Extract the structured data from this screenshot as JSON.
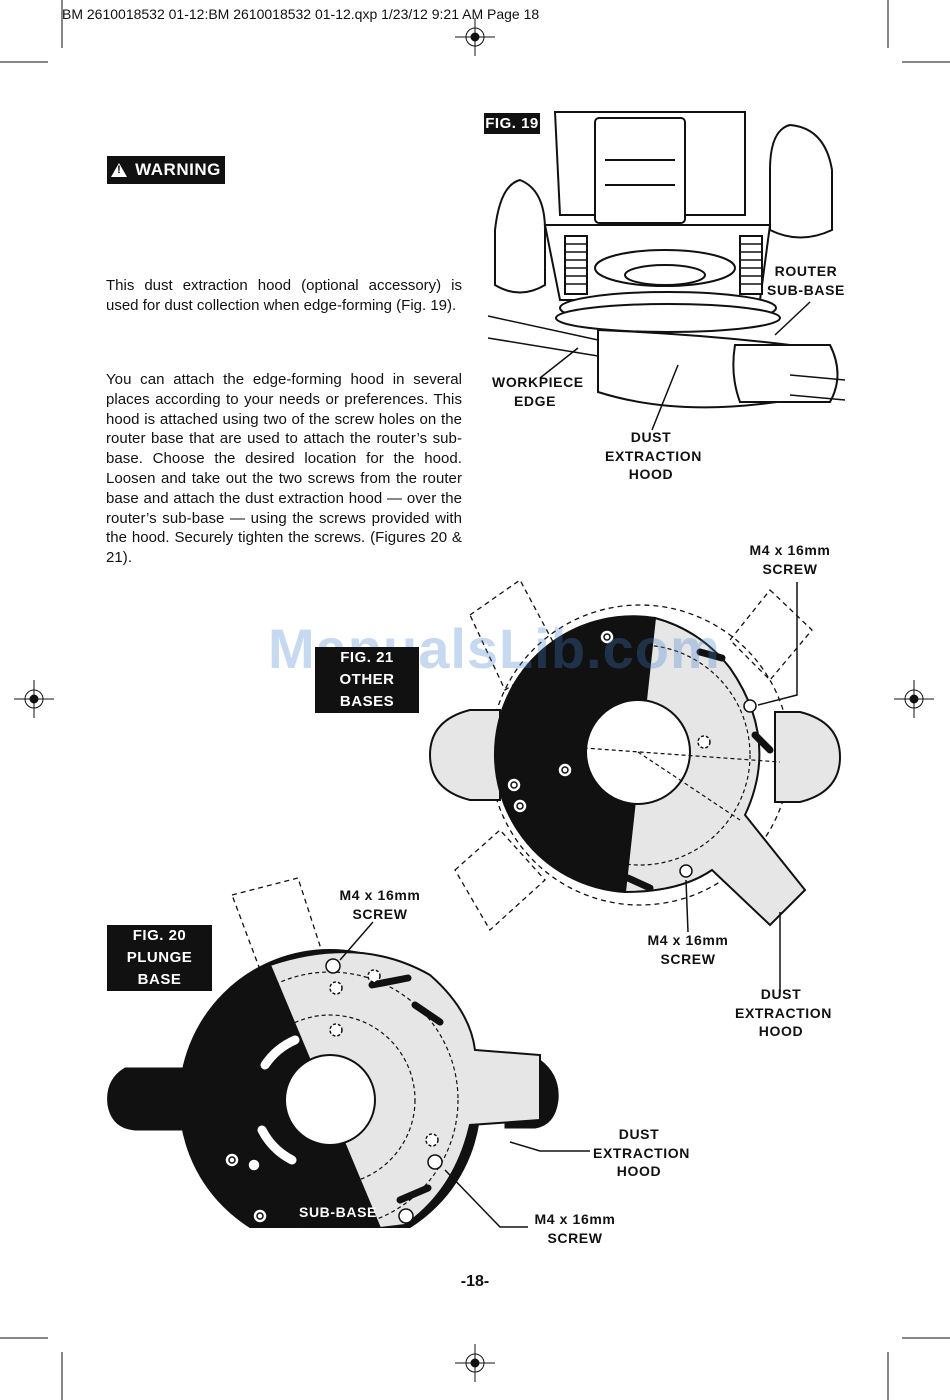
{
  "header": {
    "print_line": "BM 2610018532 01-12:BM 2610018532 01-12.qxp  1/23/12  9:21 AM  Page 18"
  },
  "warning": {
    "label": "WARNING"
  },
  "paragraphs": [
    "This dust extraction hood (optional accessory) is used for dust collection when edge-forming (Fig. 19).",
    "You can attach the edge-forming hood in several places according to your needs or preferences. This hood is attached using two of the screw holes on the router base that are used to attach the router’s sub-base. Choose the desired location for the hood. Loosen and take out the two screws from the router base and attach the dust extraction hood — over the router’s sub-base — using the screws provided with the hood. Securely tighten the screws. (Figures 20 & 21)."
  ],
  "fig19": {
    "tag": "FIG. 19",
    "labels": {
      "router_sub_base": [
        "ROUTER",
        "SUB-BASE"
      ],
      "workpiece_edge": [
        "WORKPIECE",
        "EDGE"
      ],
      "dust_hood": [
        "DUST",
        "EXTRACTION",
        "HOOD"
      ]
    }
  },
  "fig21": {
    "tag": [
      "FIG. 21",
      "OTHER BASES"
    ],
    "labels": {
      "screw_top": [
        "M4 x 16mm",
        "SCREW"
      ],
      "screw_bottom": [
        "M4 x 16mm",
        "SCREW"
      ],
      "dust_hood": [
        "DUST",
        "EXTRACTION",
        "HOOD"
      ]
    }
  },
  "fig20": {
    "tag": [
      "FIG. 20",
      "PLUNGE BASE"
    ],
    "labels": {
      "screw_top": [
        "M4 x 16mm",
        "SCREW"
      ],
      "dust_hood": [
        "DUST",
        "EXTRACTION",
        "HOOD"
      ],
      "screw_bottom": [
        "M4 x 16mm",
        "SCREW"
      ],
      "sub_base": "SUB-BASE"
    }
  },
  "watermark": "ManualsLib.com",
  "page_number": "-18-"
}
